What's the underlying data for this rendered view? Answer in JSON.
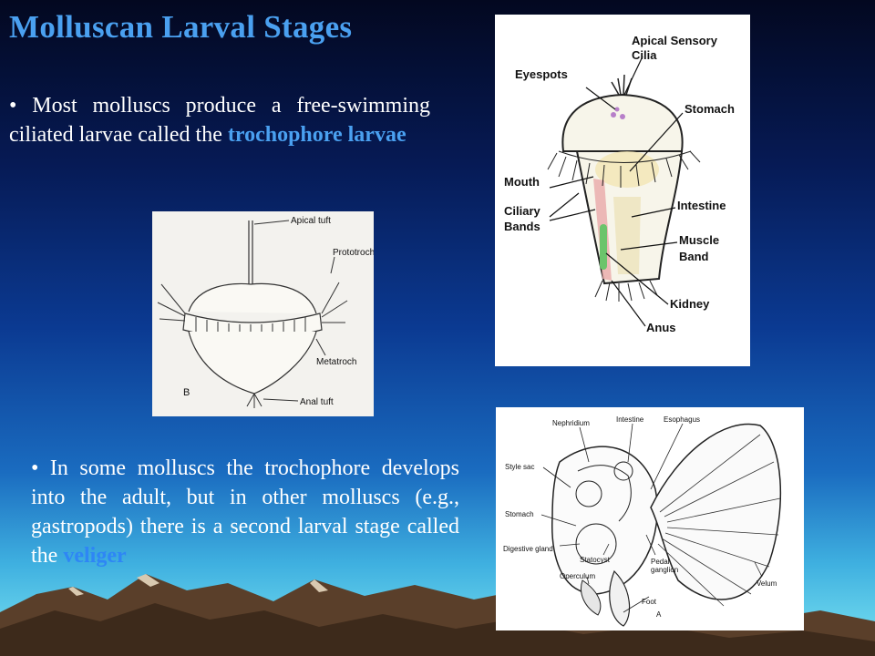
{
  "slide": {
    "title": "Molluscan Larval Stages",
    "bullet1": {
      "marker": "•",
      "text": " Most molluscs produce a free-swimming ciliated larvae called the ",
      "highlight": "trochophore larvae"
    },
    "bullet2": {
      "marker": "•",
      "text": " In some molluscs the trochophore develops into the adult, but in other molluscs (e.g., gastropods) there is a second larval stage called the ",
      "highlight": "veliger"
    }
  },
  "figure_trochophore_color": {
    "labels": {
      "apical_sensory": "Apical Sensory",
      "cilia": "Cilia",
      "eyespots": "Eyespots",
      "stomach": "Stomach",
      "mouth": "Mouth",
      "ciliary": "Ciliary",
      "bands": "Bands",
      "intestine": "Intestine",
      "muscle": "Muscle",
      "band": "Band",
      "kidney": "Kidney",
      "anus": "Anus"
    }
  },
  "figure_trochophore_sketch": {
    "labels": {
      "apical_tuft": "Apical tuft",
      "prototroch": "Prototroch",
      "metatroch": "Metatroch",
      "anal_tuft": "Anal tuft",
      "panel_letter": "B"
    }
  },
  "figure_veliger": {
    "labels": {
      "nephridium": "Nephridium",
      "intestine": "Intestine",
      "esophagus": "Esophagus",
      "style_sac": "Style sac",
      "stomach": "Stomach",
      "digestive_gland": "Digestive gland",
      "statocyst": "Statocyst",
      "operculum": "Operculum",
      "pedal": "Pedal",
      "ganglion": "ganglion",
      "foot": "Foot",
      "velum": "Velum",
      "panel_letter": "A"
    }
  }
}
